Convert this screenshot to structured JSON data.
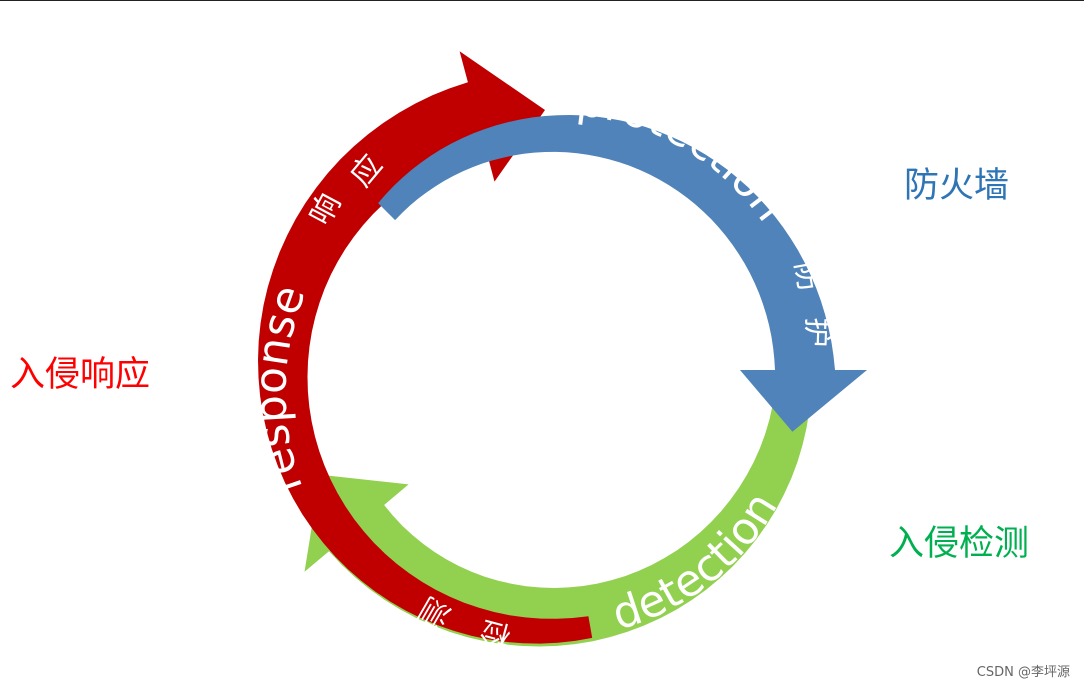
{
  "cycle": {
    "protection": {
      "en": "protection",
      "cn": [
        "防",
        "护"
      ],
      "color": "#4f83b9"
    },
    "detection": {
      "en": "detection",
      "cn": [
        "检",
        "测"
      ],
      "color": "#92d050"
    },
    "response": {
      "en": "response",
      "cn": [
        "响",
        "应"
      ],
      "color": "#c00000"
    }
  },
  "side_labels": {
    "firewall": {
      "text": "防火墙",
      "color": "#2e75b6"
    },
    "intrusion_detection": {
      "text": "入侵检测",
      "color": "#00b050"
    },
    "intrusion_response": {
      "text": "入侵响应",
      "color": "#ff0000"
    }
  },
  "watermark": "CSDN @李坪源"
}
